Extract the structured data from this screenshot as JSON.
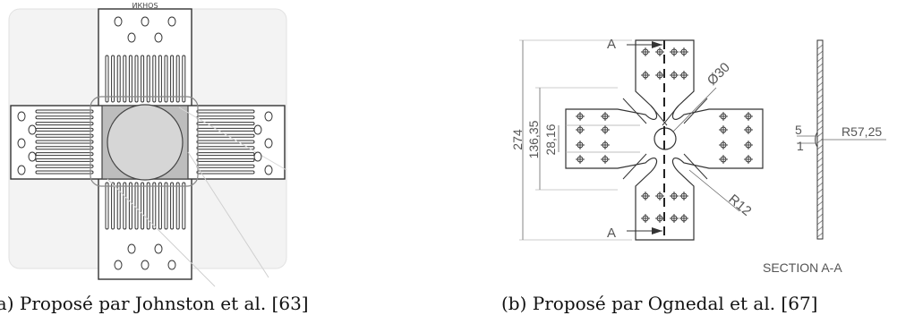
{
  "left_figure": {
    "top_cut_text": "ИКНОЅ",
    "caption": "(a) Proposé par Johnston et al. [63]"
  },
  "right_figure": {
    "caption": "(b) Proposé par Ognedal et al. [67]",
    "section_mark_top": "A",
    "section_mark_bottom": "A",
    "dim_274": "274",
    "dim_136": "136,35",
    "dim_28": "28,16",
    "dim_diameter": "Ø30",
    "dim_radius": "R12",
    "dim_5": "5",
    "dim_1": "1",
    "dim_r57": "R57,25",
    "section_label": "SECTION A-A"
  }
}
